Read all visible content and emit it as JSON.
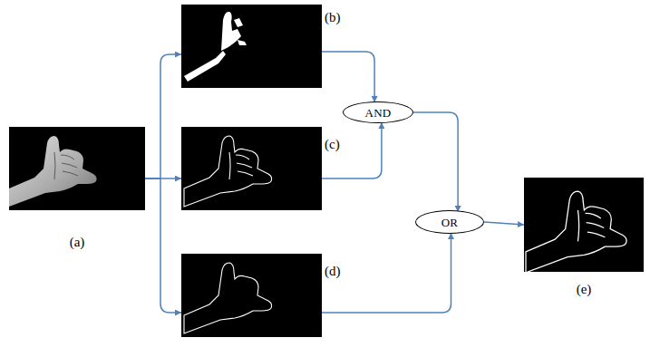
{
  "diagram": {
    "nodes": [
      {
        "text": [
          "(a)"
        ]
      },
      {
        "text": [
          "(b)"
        ]
      },
      {
        "text": [
          "(c)"
        ]
      },
      {
        "text": [
          "(d)"
        ]
      },
      {
        "text": [
          "AND"
        ]
      },
      {
        "text": [
          "OR"
        ]
      },
      {
        "text": [
          "(e)"
        ]
      }
    ],
    "edges": [
      {
        "from": 0,
        "to": 1,
        "arrow": "to"
      },
      {
        "from": 0,
        "to": 2,
        "arrow": "to"
      },
      {
        "from": 0,
        "to": 3,
        "arrow": "to"
      },
      {
        "from": 1,
        "to": 4,
        "arrow": "to"
      },
      {
        "from": 2,
        "to": 4,
        "arrow": "to"
      },
      {
        "from": 4,
        "to": 5,
        "arrow": "to"
      },
      {
        "from": 3,
        "to": 5,
        "arrow": "to"
      },
      {
        "from": 5,
        "to": 6,
        "arrow": "to"
      }
    ]
  }
}
